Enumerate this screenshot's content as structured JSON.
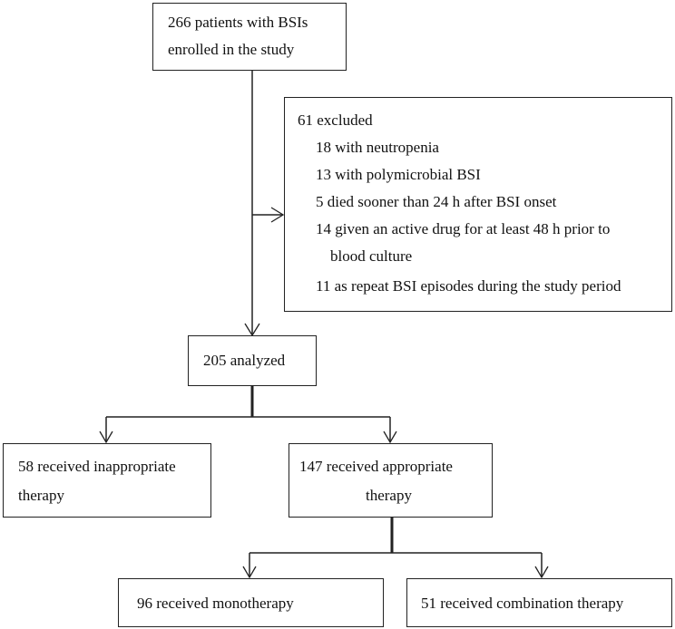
{
  "nodes": {
    "enrolled": {
      "lines": [
        "266 patients with BSIs",
        "enrolled in the study"
      ]
    },
    "excluded": {
      "title": "61 excluded",
      "items": [
        "18 with neutropenia",
        "13 with polymicrobial BSI",
        "5 died sooner than 24 h after BSI onset",
        "14 given an active drug for at least 48 h prior to",
        "blood culture",
        "11 as repeat BSI episodes during the study period"
      ]
    },
    "analyzed": {
      "label": "205 analyzed"
    },
    "inappropriate": {
      "lines": [
        "58 received inappropriate",
        "therapy"
      ]
    },
    "appropriate": {
      "lines": [
        "147 received appropriate",
        "therapy"
      ]
    },
    "monotherapy": {
      "label": "96 received monotherapy"
    },
    "combination": {
      "label": "51 received combination therapy"
    }
  },
  "colors": {
    "line": "#222222",
    "text": "#111111",
    "background": "#ffffff"
  }
}
